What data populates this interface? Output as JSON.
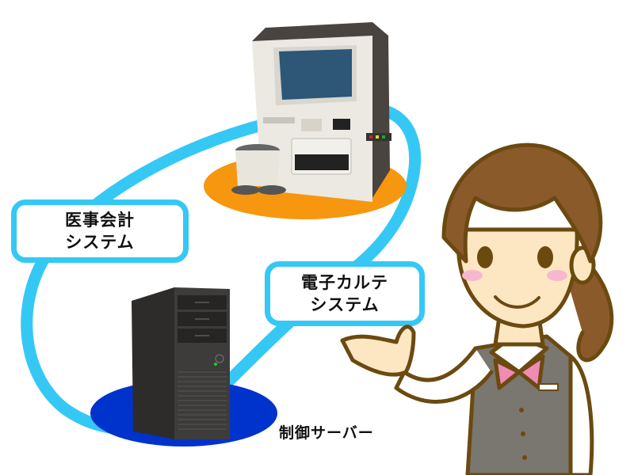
{
  "diagram": {
    "nodes": [
      {
        "id": "kiosk",
        "name": "Automated payment kiosk (self checkout machine)",
        "base_color": "#f7960f"
      },
      {
        "id": "server",
        "name": "Control server tower",
        "label": "制御サーバー",
        "base_color": "#0033cc"
      }
    ],
    "labels": {
      "accounting": {
        "line1": "医事会計",
        "line2": "システム"
      },
      "emr": {
        "line1": "電子カルテ",
        "line2": "システム"
      },
      "server": "制御サーバー"
    },
    "connector": {
      "shape": "loop",
      "color": "#35c8f5"
    },
    "character": {
      "description": "Receptionist in grey vest with pink bow gesturing with open hand"
    }
  },
  "colors": {
    "ring": "#35c8f5",
    "kiosk_base": "#f7960f",
    "server_base": "#0033cc",
    "hair": "#8b5a2b",
    "outline": "#6b4a10",
    "skin": "#fde7c2",
    "vest": "#7a7670",
    "bow": "#f08bb4"
  }
}
